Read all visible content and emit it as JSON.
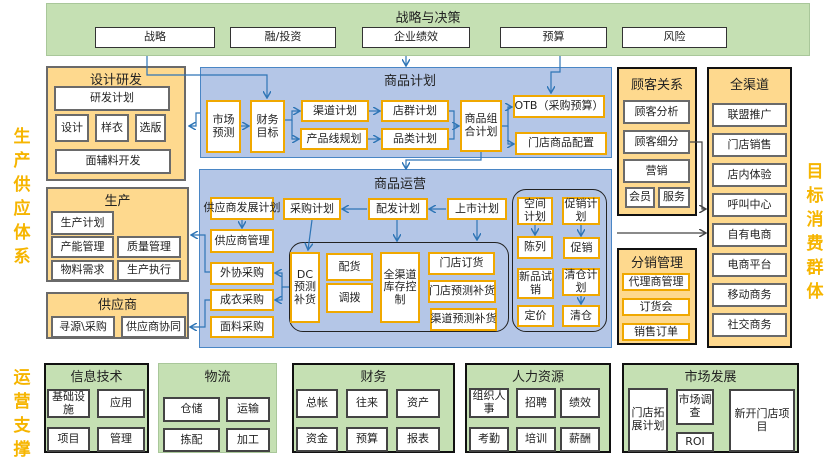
{
  "side_labels": {
    "left_top": "生产供应体系",
    "left_bottom": "运营支撑",
    "right": "目标消费群体"
  },
  "strategy": {
    "title": "战略与决策",
    "items": [
      "战略",
      "融/投资",
      "企业绩效",
      "预算",
      "风险"
    ]
  },
  "design": {
    "title": "设计研发",
    "items": [
      "研发计划",
      "设计",
      "样衣",
      "选版",
      "面辅料开发"
    ]
  },
  "production": {
    "title": "生产",
    "items": [
      "生产计划",
      "产能管理",
      "质量管理",
      "物料需求",
      "生产执行"
    ]
  },
  "supplier": {
    "title": "供应商",
    "items": [
      "寻源\\采购",
      "供应商协同"
    ]
  },
  "plan": {
    "title": "商品计划",
    "items": [
      "市场预测",
      "财务目标",
      "渠道计划",
      "产品线规划",
      "店群计划",
      "品类计划",
      "商品组合计划",
      "OTB（采购预算）",
      "门店商品配置"
    ]
  },
  "ops": {
    "title": "商品运营",
    "items": [
      "供应商发展计划",
      "采购计划",
      "配发计划",
      "上市计划",
      "供应商管理",
      "外协采购",
      "成衣采购",
      "面料采购",
      "DC预测补货",
      "配货",
      "调拨",
      "全渠道库存控制",
      "门店订货",
      "门店预测补货",
      "渠道预测补货",
      "空间计划",
      "促销计划",
      "陈列",
      "促销",
      "新品试销",
      "清仓计划",
      "定价",
      "清仓"
    ]
  },
  "crm": {
    "title": "顾客关系",
    "items": [
      "顾客分析",
      "顾客细分",
      "营销",
      "会员",
      "服务"
    ]
  },
  "distribution": {
    "title": "分销管理",
    "items": [
      "代理商管理",
      "订货会",
      "销售订单"
    ]
  },
  "omni": {
    "title": "全渠道",
    "items": [
      "联盟推广",
      "门店销售",
      "店内体验",
      "呼叫中心",
      "自有电商",
      "电商平台",
      "移动商务",
      "社交商务"
    ]
  },
  "support": [
    {
      "title": "信息技术",
      "items": [
        "基础设施",
        "应用",
        "项目",
        "管理"
      ]
    },
    {
      "title": "物流",
      "items": [
        "仓储",
        "运输",
        "拣配",
        "加工"
      ]
    },
    {
      "title": "财务",
      "items": [
        "总帐",
        "往来",
        "资产",
        "资金",
        "预算",
        "报表"
      ]
    },
    {
      "title": "人力资源",
      "items": [
        "组织人事",
        "招聘",
        "绩效",
        "考勤",
        "培训",
        "薪酬"
      ]
    },
    {
      "title": "市场发展",
      "items": [
        "门店拓展计划",
        "市场调查",
        "ROI",
        "新开门店项目"
      ]
    }
  ],
  "colors": {
    "accent": "#f6b500",
    "plan_bg": "#b4c6e7",
    "green_bg": "#c5e0b3",
    "yellow_bg": "#fed98e",
    "arrow": "#2e75b6"
  }
}
